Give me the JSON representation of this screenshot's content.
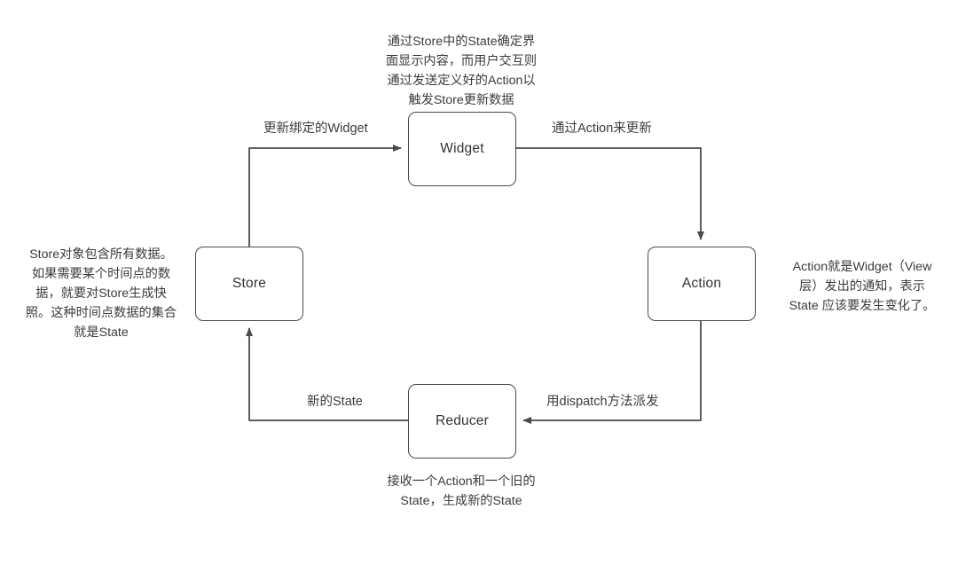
{
  "diagram": {
    "title_note_top": "通过Store中的State确定界\n面显示内容，而用户交互则\n通过发送定义好的Action以\n触发Store更新数据",
    "note_left": "Store对象包含所有数据。\n如果需要某个时间点的数\n据，就要对Store生成快\n照。这种时间点数据的集合\n就是State",
    "note_right": "Action就是Widget（View\n层）发出的通知，表示\nState 应该要发生变化了。",
    "note_bottom": "接收一个Action和一个旧的\nState，生成新的State",
    "nodes": {
      "widget": "Widget",
      "store": "Store",
      "action": "Action",
      "reducer": "Reducer"
    },
    "edges": {
      "store_to_widget": "更新绑定的Widget",
      "widget_to_action": "通过Action来更新",
      "action_to_reducer": "用dispatch方法派发",
      "reducer_to_store": "新的State"
    },
    "colors": {
      "background": "#ffffff",
      "node_border": "#4a4a4a",
      "node_text": "#333333",
      "edge_line": "#4a4a4a",
      "note_text": "#3b3b3b"
    }
  }
}
